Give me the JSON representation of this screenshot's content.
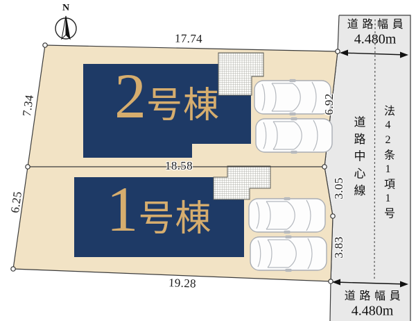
{
  "compass": {
    "north_label": "N"
  },
  "plot": {
    "dim_top": "17.74",
    "dim_left_upper": "7.34",
    "dim_left_lower": "6.25",
    "dim_middle": "18.58",
    "dim_bottom": "19.28",
    "dim_right_upper": "6.92",
    "dim_right_middle": "3.05",
    "dim_right_lower": "3.83"
  },
  "buildings": [
    {
      "number": "2",
      "suffix": "号棟"
    },
    {
      "number": "1",
      "suffix": "号棟"
    }
  ],
  "road": {
    "width_label_top": "道路幅員",
    "width_value_top": "4.480m",
    "width_label_bottom": "道路幅員",
    "width_value_bottom": "4.480m",
    "center_line_label": "道路中心線",
    "law_label": "法42条1項1号"
  },
  "colors": {
    "site_fill": "#f2e3c5",
    "road_fill": "#e9e9e9",
    "building_fill": "#1e3a66",
    "building_text": "#d6ad6e"
  }
}
